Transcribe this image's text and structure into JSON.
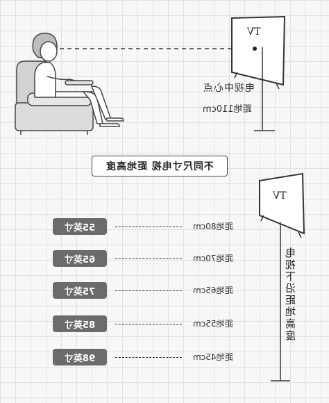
{
  "top": {
    "tv_label": "TV",
    "center_label": "电视中心点",
    "distance_label": "距地110cm"
  },
  "title": "不同尺寸电视 距地高度",
  "right": {
    "tv_label": "TV",
    "vertical_text": "电视下沿距地高度"
  },
  "rows": [
    {
      "size": "55英寸",
      "distance": "距地80cm"
    },
    {
      "size": "65英寸",
      "distance": "距地70cm"
    },
    {
      "size": "75英寸",
      "distance": "距地65cm"
    },
    {
      "size": "85英寸",
      "distance": "距地55cm"
    },
    {
      "size": "98英寸",
      "distance": "距地45cm"
    }
  ]
}
